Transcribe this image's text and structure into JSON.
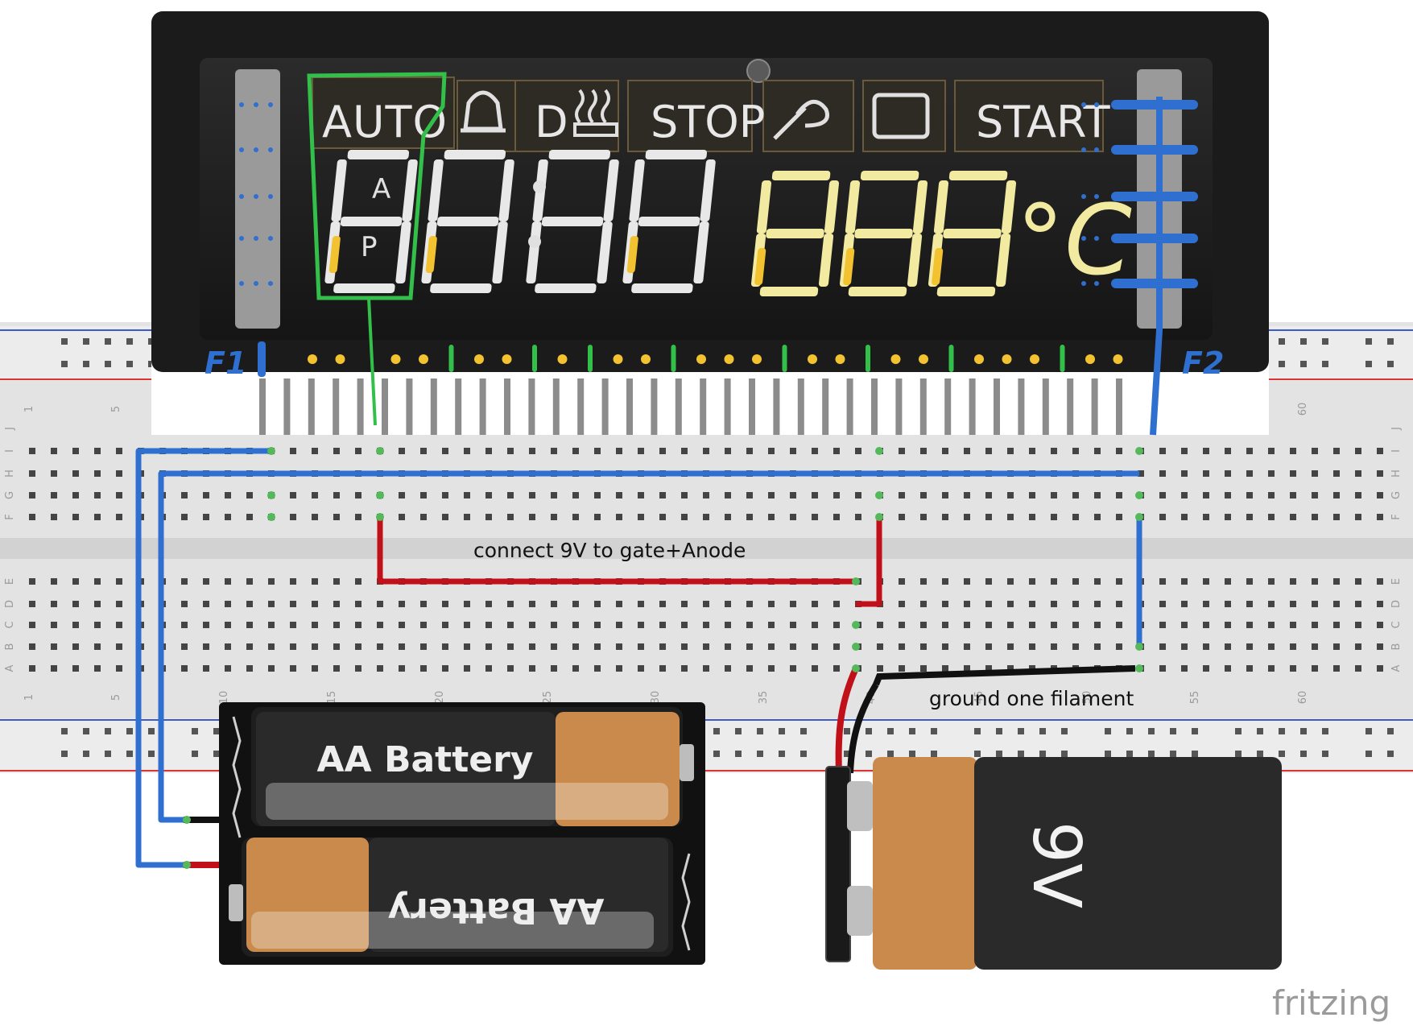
{
  "display": {
    "labels": {
      "auto": "AUTO",
      "d": "D",
      "stop": "STOP",
      "start": "START",
      "deg_c": "°C",
      "a": "A",
      "p": "P",
      "digits_time": "88:88",
      "digits_temp": "888"
    },
    "filament_labels": {
      "left": "F1",
      "right": "F2"
    }
  },
  "breadboard": {
    "row_letters_top": [
      "J",
      "I",
      "H",
      "G",
      "F"
    ],
    "row_letters_bottom": [
      "E",
      "D",
      "C",
      "B",
      "A"
    ],
    "column_numbers": [
      "1",
      "5",
      "10",
      "15",
      "20",
      "25",
      "30",
      "35",
      "40",
      "45",
      "50",
      "55",
      "60"
    ]
  },
  "annotations": {
    "gate_anode": "connect 9V to gate+Anode",
    "ground": "ground one filament"
  },
  "battery_holder": {
    "top_label": "AA Battery",
    "bottom_label": "AA Battery"
  },
  "battery_9v": {
    "label": "9V"
  },
  "brand": "fritzing",
  "colors": {
    "wire_blue": "#2f6fd0",
    "wire_red": "#c0101a",
    "wire_black": "#111111",
    "highlight_green": "#33c04a",
    "segment_yellow": "#f2c230",
    "segment_white": "#e8e8e8",
    "battery_copper": "#c98a4c"
  }
}
